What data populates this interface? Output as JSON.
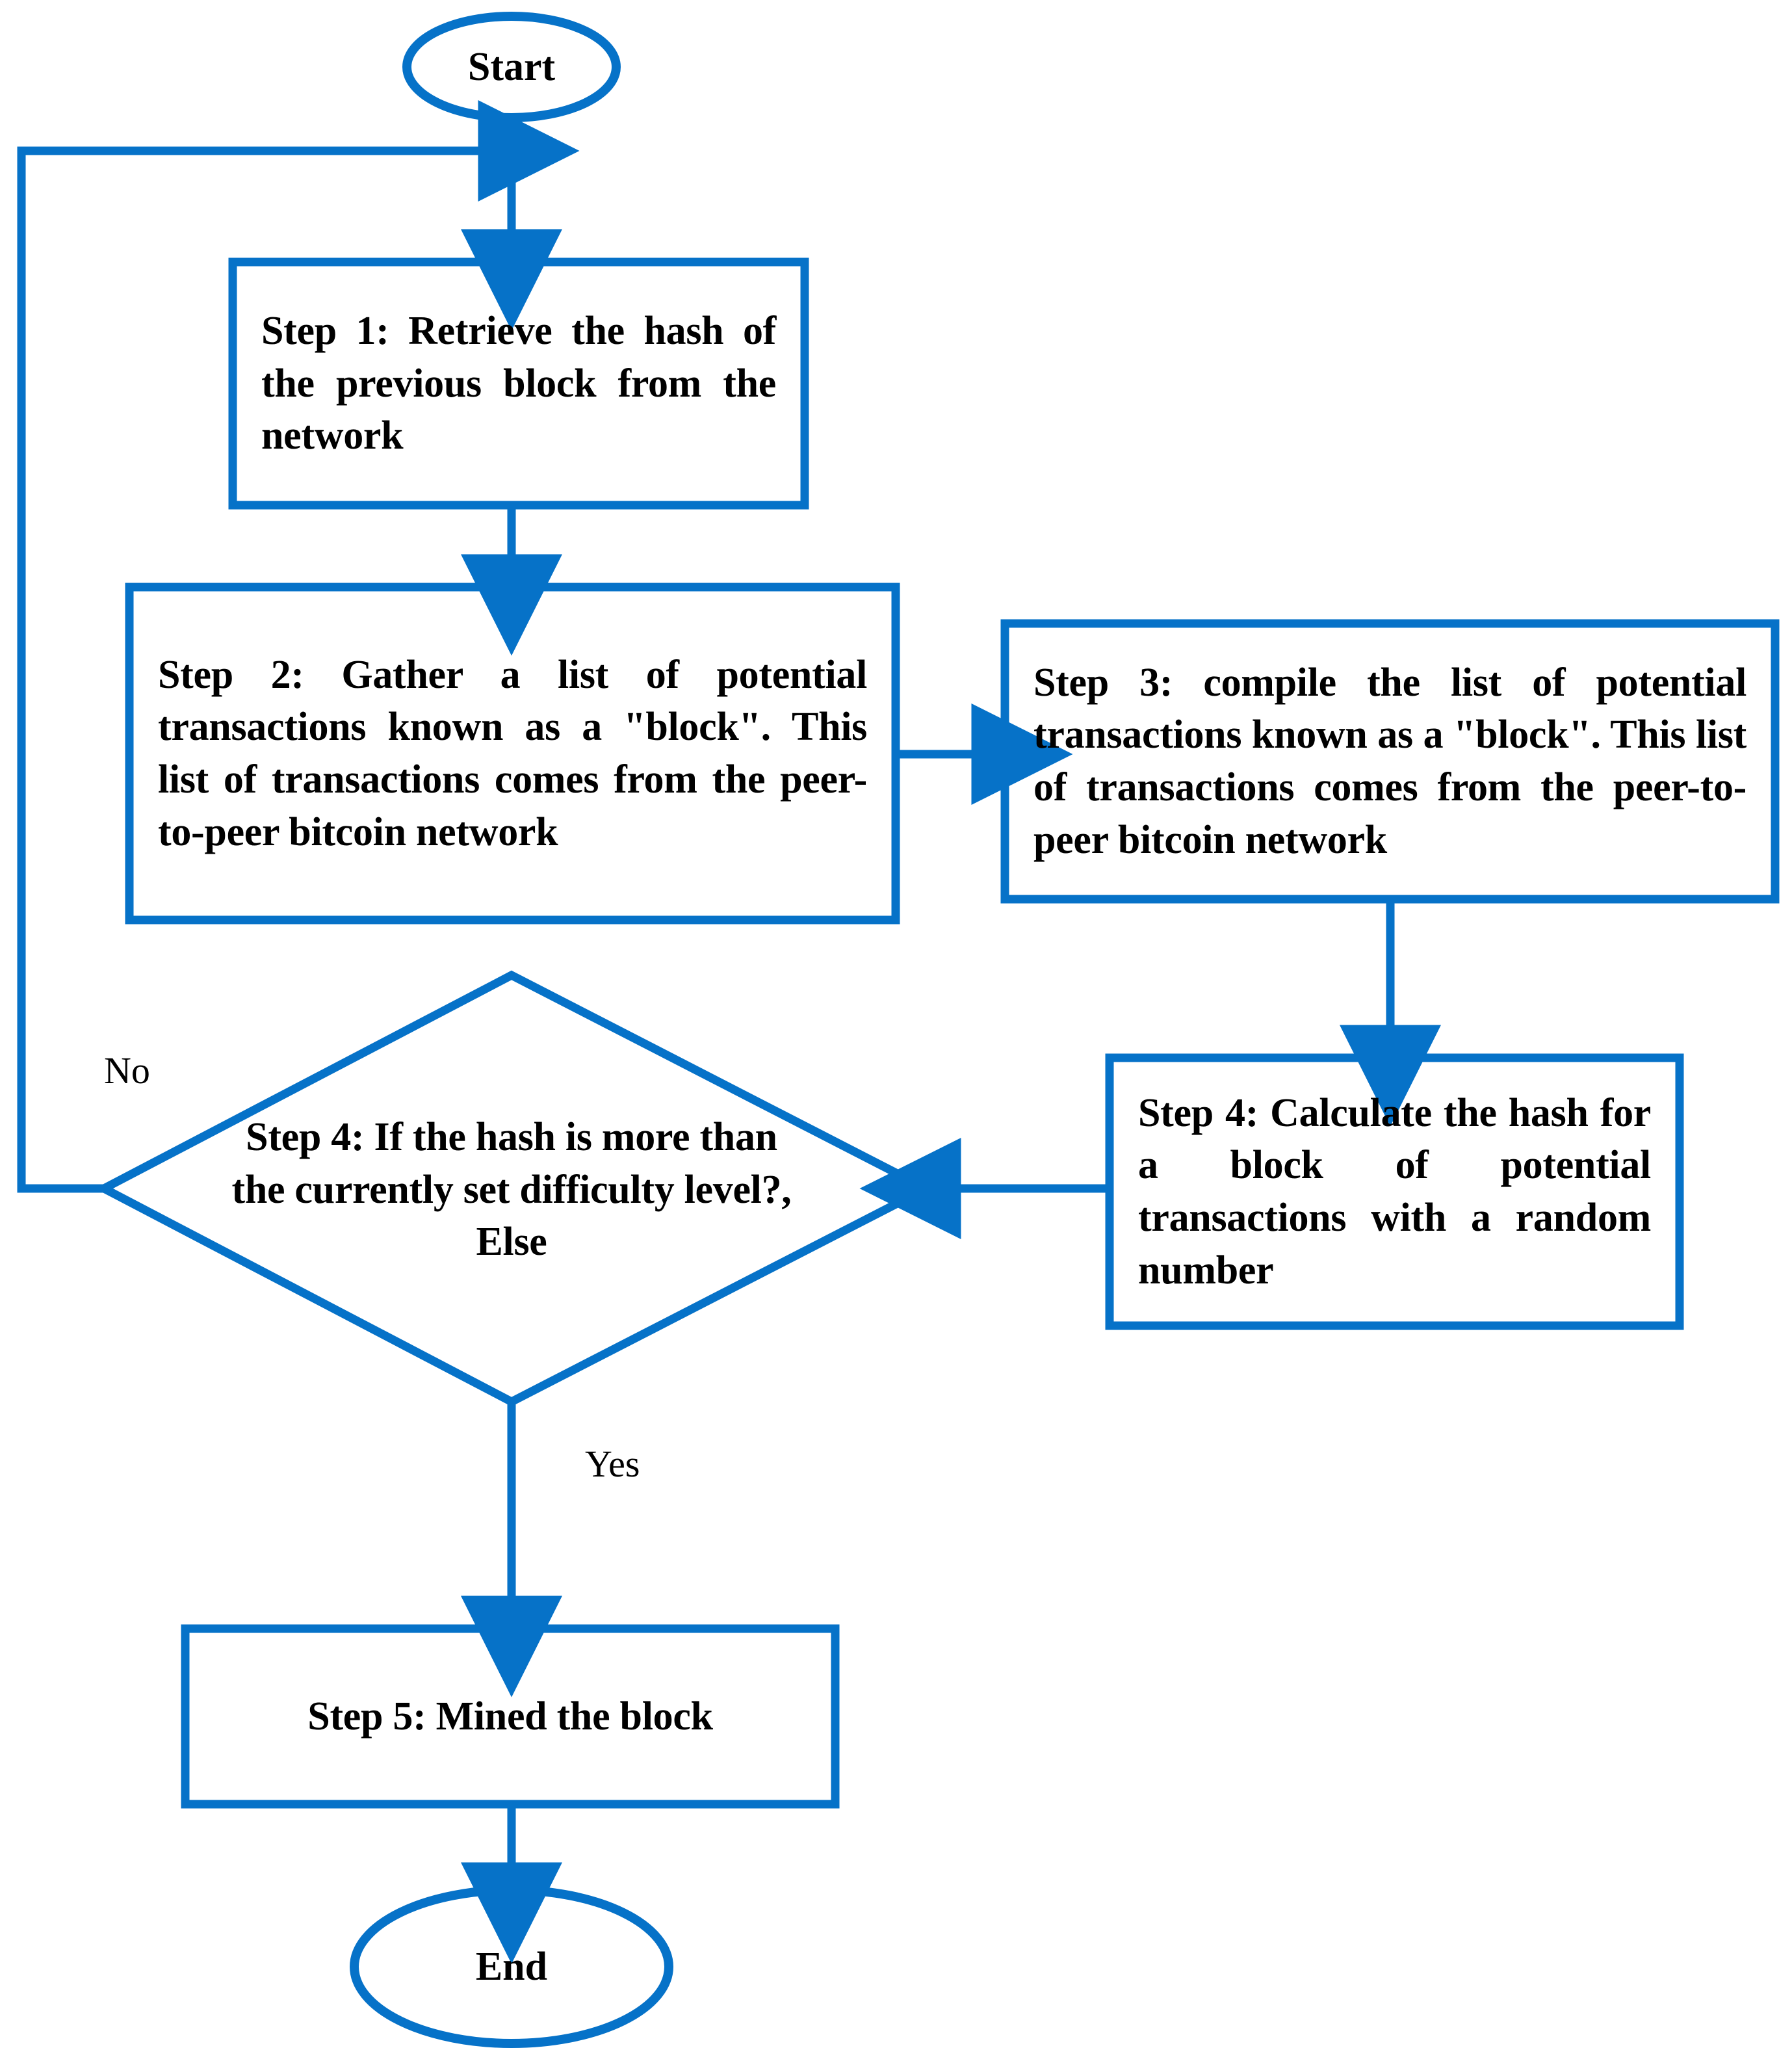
{
  "diagram": {
    "type": "flowchart",
    "title": "Bitcoin block mining process flowchart",
    "stroke_color": "#0672C8",
    "text_color": "#000000",
    "background_color": "#FFFFFF"
  },
  "nodes": {
    "start": {
      "shape": "ellipse",
      "label": "Start"
    },
    "step1": {
      "shape": "rectangle",
      "label": "Step 1: Retrieve the hash of the previous block from the network"
    },
    "step2": {
      "shape": "rectangle",
      "label": "Step 2: Gather a list of potential transactions known as a \"block\". This list of transactions comes from the peer-to-peer bitcoin network"
    },
    "step3": {
      "shape": "rectangle",
      "label": "Step 3: compile the list of potential transactions known as a \"block\". This list of transactions comes from the peer-to-peer bitcoin network"
    },
    "step4_process": {
      "shape": "rectangle",
      "label": "Step 4: Calculate the hash for a block of potential transactions with a random number"
    },
    "step4_decision": {
      "shape": "diamond",
      "label": "Step 4:  If the hash is more than the currently set difficulty level?, Else"
    },
    "step5": {
      "shape": "rectangle",
      "label": "Step 5: Mined the block"
    },
    "end": {
      "shape": "ellipse",
      "label": "End"
    }
  },
  "edges": [
    {
      "from": "start",
      "to": "step1",
      "label": ""
    },
    {
      "from": "step1",
      "to": "step2",
      "label": ""
    },
    {
      "from": "step2",
      "to": "step3",
      "label": ""
    },
    {
      "from": "step3",
      "to": "step4_process",
      "label": ""
    },
    {
      "from": "step4_process",
      "to": "step4_decision",
      "label": ""
    },
    {
      "from": "step4_decision",
      "to": "step1",
      "label": "No"
    },
    {
      "from": "step4_decision",
      "to": "step5",
      "label": "Yes"
    },
    {
      "from": "step5",
      "to": "end",
      "label": ""
    }
  ],
  "edge_labels": {
    "no": "No",
    "yes": "Yes"
  }
}
